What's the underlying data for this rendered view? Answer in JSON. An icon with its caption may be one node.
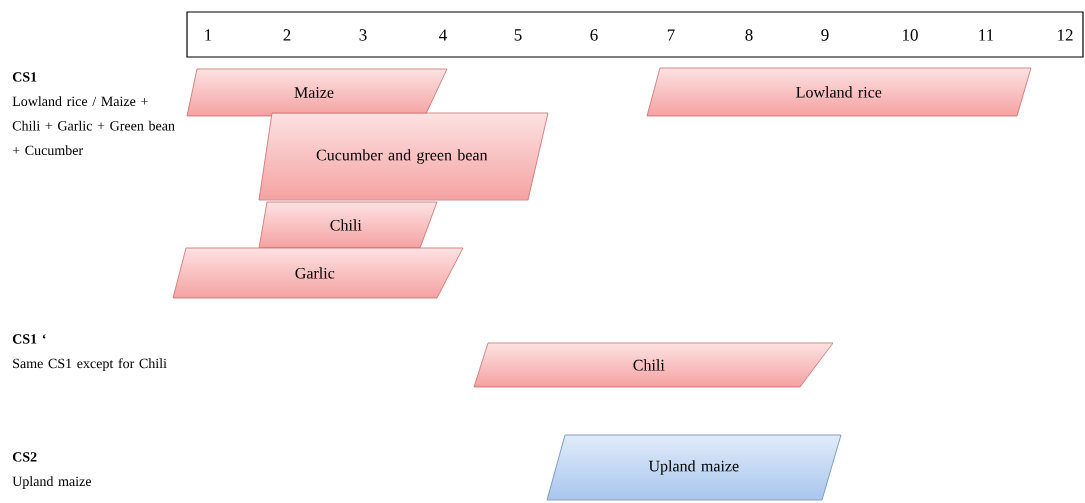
{
  "diagram": {
    "nodes": [
      {
        "text": [
          "1",
          "2",
          "3",
          "4",
          "5",
          "6",
          "7",
          "8",
          "9",
          "10",
          "11",
          "12"
        ]
      },
      {
        "text": [
          "Maize"
        ]
      },
      {
        "text": [
          "Lowland rice"
        ]
      },
      {
        "text": [
          "Cucumber and green bean"
        ]
      },
      {
        "text": [
          "Chili"
        ]
      },
      {
        "text": [
          "Garlic"
        ]
      },
      {
        "text": [
          "Chili"
        ]
      },
      {
        "text": [
          "Upland maize"
        ]
      }
    ],
    "labels": [
      "CS1",
      "Lowland rice / Maize + Chili + Garlic + Green bean + Cucumber",
      "CS1 ‘",
      "Same CS1 except for Chili",
      "CS2",
      "Upland maize"
    ]
  }
}
